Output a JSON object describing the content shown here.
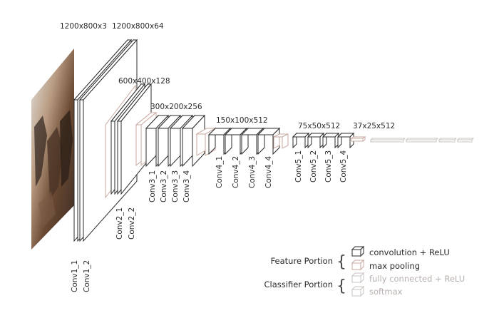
{
  "dims": {
    "input": "1200x800x3",
    "conv1": "1200x800x64",
    "conv2": "600x400x128",
    "conv3": "300x200x256",
    "conv4": "150x100x512",
    "conv5": "75x50x512",
    "pool5": "37x25x512"
  },
  "layers": {
    "conv1_1": "Conv1_1",
    "conv1_2": "Conv1_2",
    "conv2_1": "Conv2_1",
    "conv2_2": "Conv2_2",
    "conv3_1": "Conv3_1",
    "conv3_2": "Conv3_2",
    "conv3_3": "Conv3_3",
    "conv3_4": "Conv3_4",
    "conv4_1": "Conv4_1",
    "conv4_2": "Conv4_2",
    "conv4_3": "Conv4_3",
    "conv4_4": "Conv4_4",
    "conv5_1": "Conv5_1",
    "conv5_2": "Conv5_2",
    "conv5_3": "Conv5_3",
    "conv5_4": "Conv5_4"
  },
  "legend": {
    "feature_portion": "Feature Portion",
    "classifier_portion": "Classifier Portion",
    "conv_relu": "convolution + ReLU",
    "max_pooling": "max pooling",
    "fc_relu": "fully connected + ReLU",
    "softmax": "softmax"
  },
  "colors": {
    "conv_stroke": "#2b2b2b",
    "pool_stroke": "#c9a9a0",
    "fc_stroke": "#c8c4c2"
  }
}
